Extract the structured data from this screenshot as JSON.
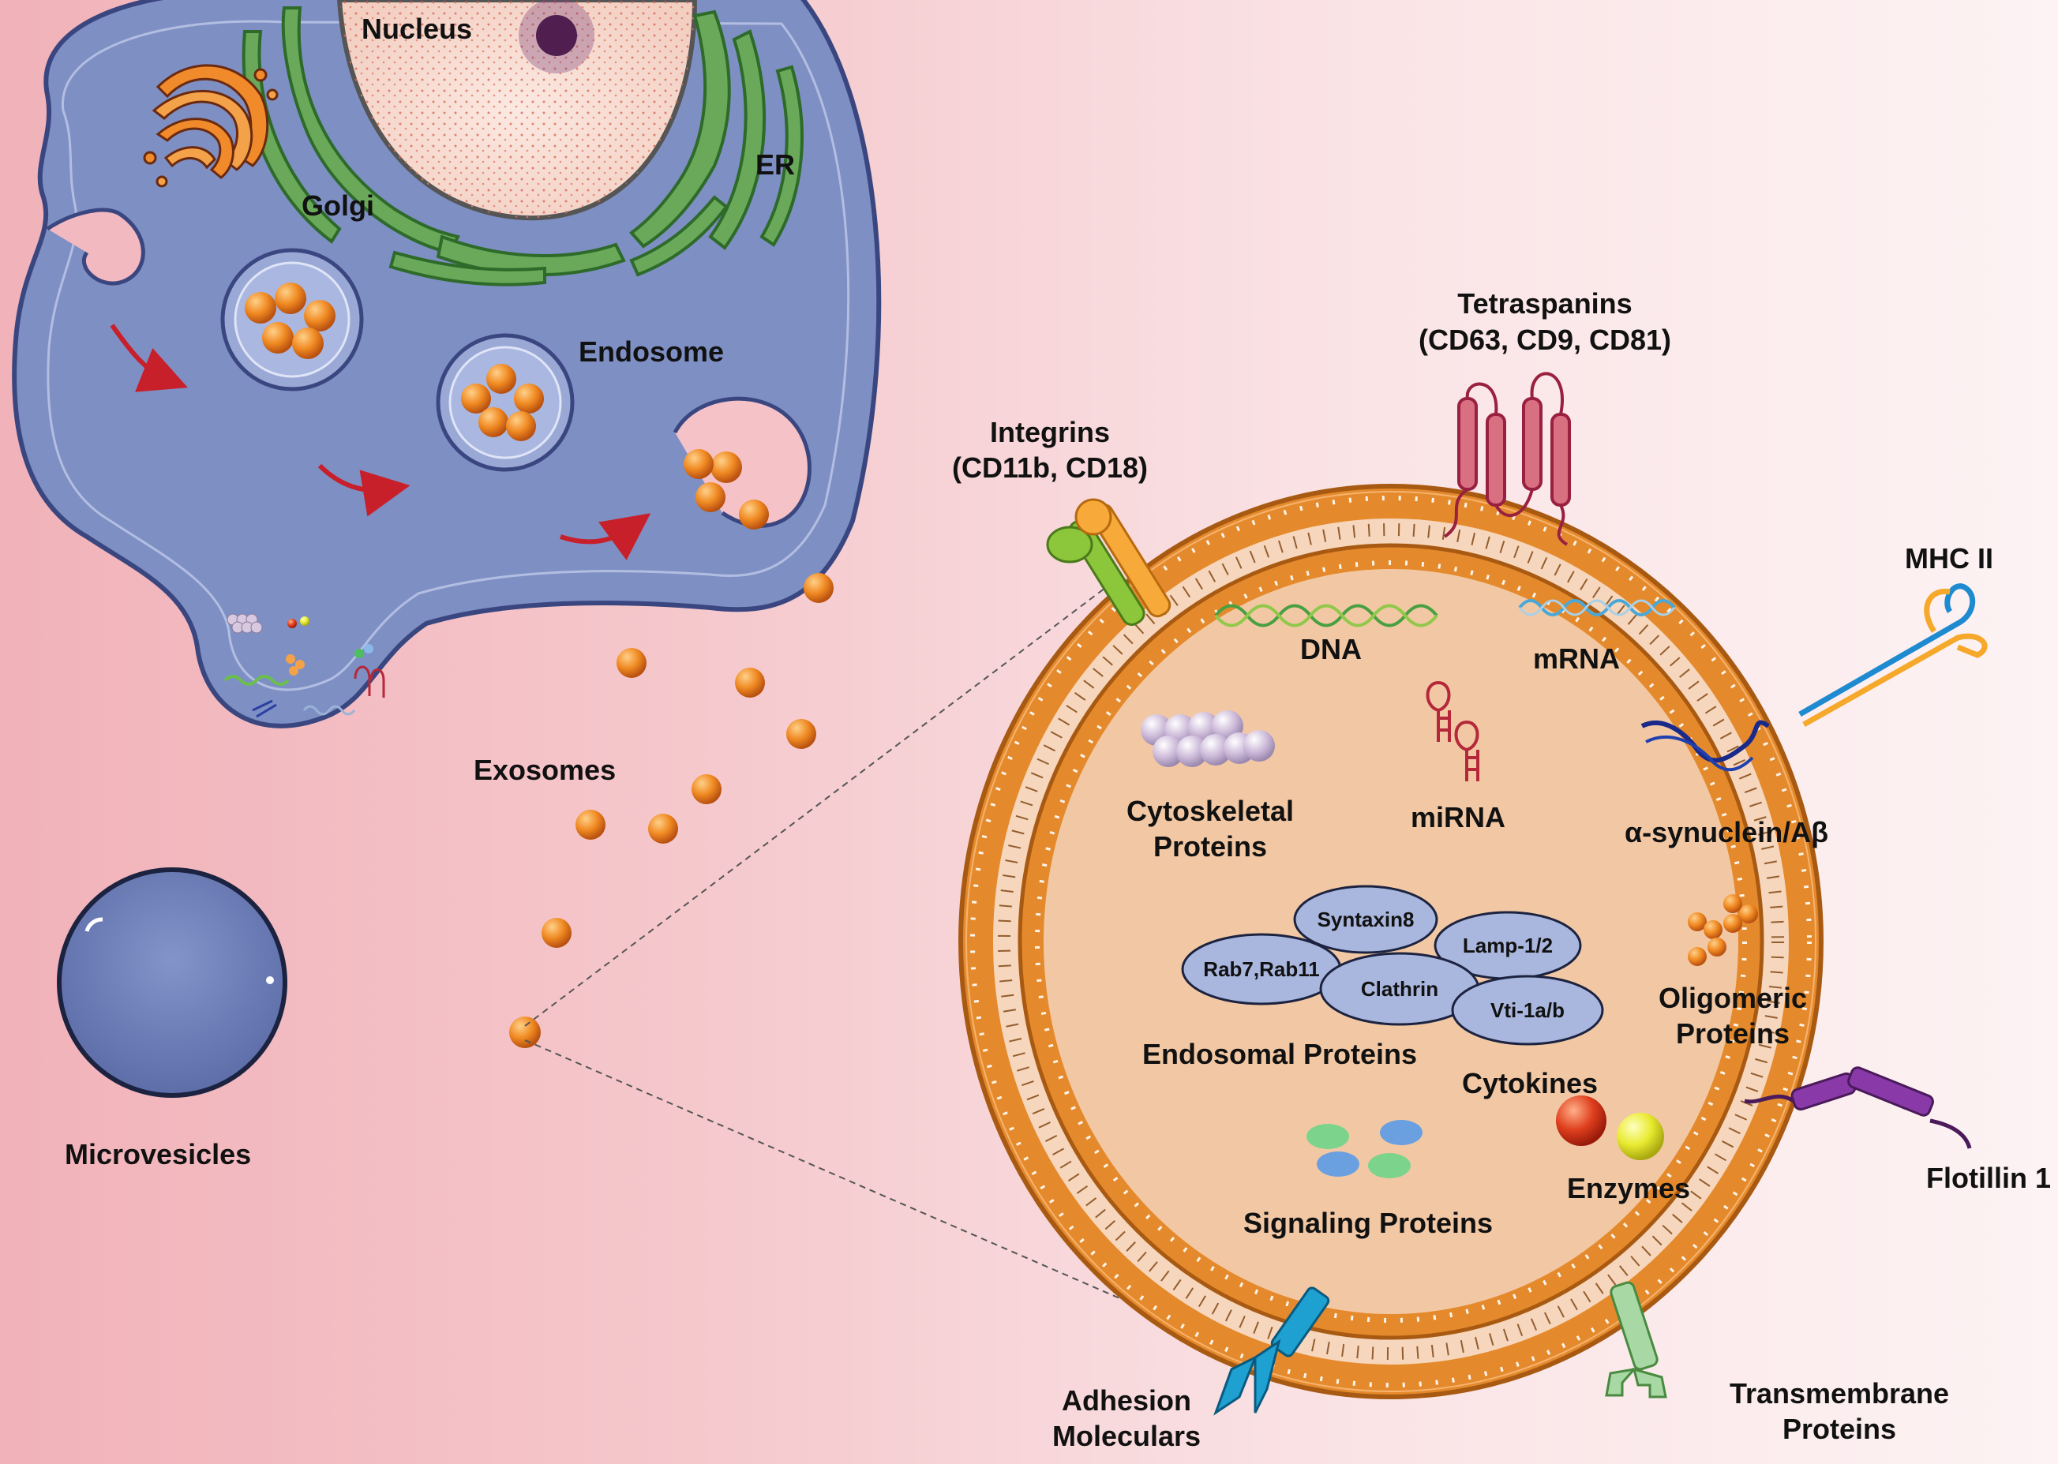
{
  "labels": {
    "nucleus": "Nucleus",
    "er": "ER",
    "golgi": "Golgi",
    "endosome": "Endosome",
    "exosomes": "Exosomes",
    "microvesicles": "Microvesicles",
    "tetraspanins": "Tetraspanins",
    "tetraspanins_sub": "(CD63, CD9, CD81)",
    "integrins": "Integrins",
    "integrins_sub": "(CD11b, CD18)",
    "mhc": "MHC II",
    "dna": "DNA",
    "mrna": "mRNA",
    "cyto_1": "Cytoskeletal",
    "cyto_2": "Proteins",
    "mirna": "miRNA",
    "synuclein": "α-synuclein/Aβ",
    "syntaxin": "Syntaxin8",
    "lamp": "Lamp-1/2",
    "rab": "Rab7,Rab11",
    "clathrin": "Clathrin",
    "vti": "Vti-1a/b",
    "endosomal": "Endosomal Proteins",
    "oligo_1": "Oligomeric",
    "oligo_2": "Proteins",
    "cytokines": "Cytokines",
    "enzymes": "Enzymes",
    "signaling": "Signaling Proteins",
    "flotillin": "Flotillin 1",
    "adhesion_1": "Adhesion",
    "adhesion_2": "Moleculars",
    "transmembrane_1": "Transmembrane",
    "transmembrane_2": "Proteins"
  },
  "colors": {
    "cell_body": "#7e8fc4",
    "membrane_head": "#e58a2c",
    "exosome_interior": "#f3c9a5",
    "endosomal_protein_fill": "#a9b6dd",
    "arrow": "#c8202a"
  }
}
